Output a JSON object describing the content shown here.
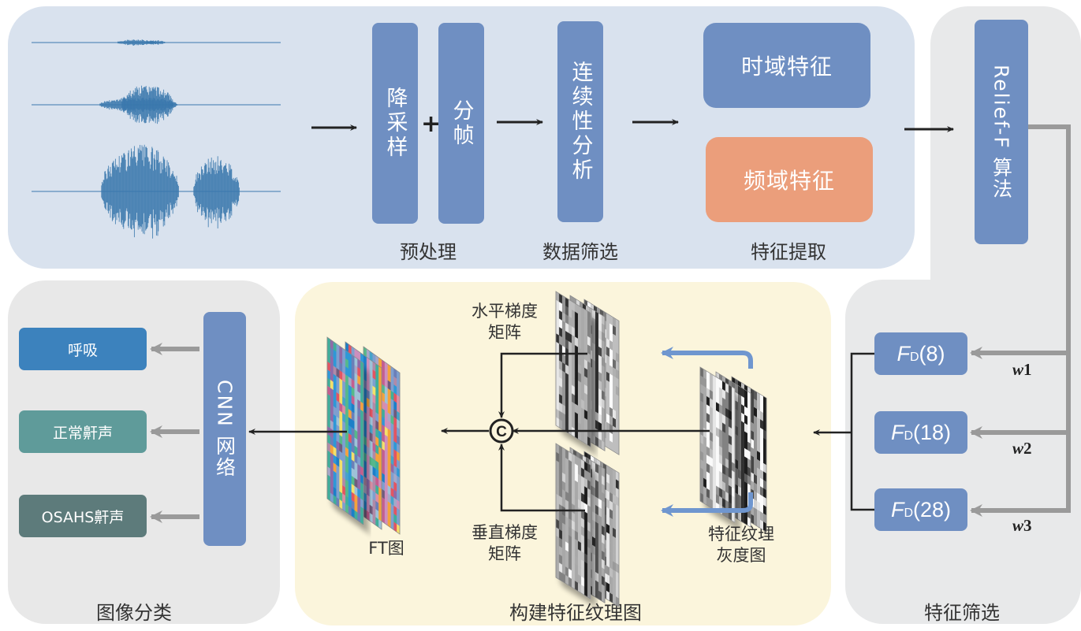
{
  "top_panel": {
    "preprocess": {
      "box1_label": "降采样",
      "plus": "+",
      "box2_label": "分帧",
      "caption": "预处理"
    },
    "data_filter": {
      "box_label": "连续性分析",
      "caption": "数据筛选"
    },
    "feature_extraction": {
      "time_domain_label": "时域特征",
      "freq_domain_label": "频域特征",
      "caption": "特征提取"
    }
  },
  "feature_selection": {
    "algorithm_label": "Relief-F 算法",
    "caption": "特征筛选",
    "items": [
      {
        "f": "F",
        "sub": "D",
        "arg": "(8)",
        "weight_var": "w",
        "weight_idx": "1"
      },
      {
        "f": "F",
        "sub": "D",
        "arg": "(18)",
        "weight_var": "w",
        "weight_idx": "2"
      },
      {
        "f": "F",
        "sub": "D",
        "arg": "(28)",
        "weight_var": "w",
        "weight_idx": "3"
      }
    ]
  },
  "build_texture": {
    "caption": "构建特征纹理图",
    "horizontal_gradient_label": "水平梯度\n矩阵",
    "horizontal_gradient_line1": "水平梯度",
    "horizontal_gradient_line2": "矩阵",
    "vertical_gradient_line1": "垂直梯度",
    "vertical_gradient_line2": "矩阵",
    "gray_texture_line1": "特征纹理",
    "gray_texture_line2": "灰度图",
    "concat_symbol": "C",
    "ft_label": "FT图"
  },
  "classification": {
    "network_label": "CNN 网络",
    "caption": "图像分类",
    "classes": [
      {
        "label": "呼吸",
        "color": "#3c82bd"
      },
      {
        "label": "正常鼾声",
        "color": "#5f9b9a"
      },
      {
        "label": "OSAHS鼾声",
        "color": "#5d7b7b"
      }
    ]
  },
  "colors": {
    "box_blue": "#6f8fc2",
    "freq_orange": "#eb9e7b",
    "waveform": "#3a78ad",
    "gray_arrow": "#9a9a9a",
    "blue_arrow": "#6f96cf"
  }
}
